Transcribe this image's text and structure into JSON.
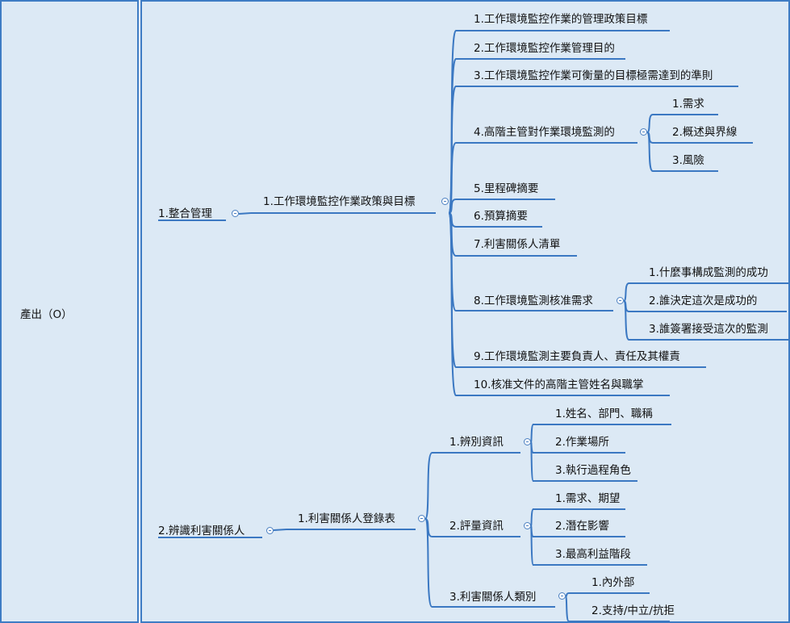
{
  "left_header": "產出（O）",
  "nodes": {
    "n1": "1.整合管理",
    "n1_1": "1.工作環境監控作業政策與目標",
    "a1": "1.工作環境監控作業的管理政策目標",
    "a2": "2.工作環境監控作業管理目的",
    "a3": "3.工作環境監控作業可衡量的目標極需達到的準則",
    "a4": "4.高階主管對作業環境監測的",
    "a4_1": "1.需求",
    "a4_2": "2.概述與界線",
    "a4_3": "3.風險",
    "a5": "5.里程碑摘要",
    "a6": "6.預算摘要",
    "a7": "7.利害關係人清單",
    "a8": "8.工作環境監測核准需求",
    "a8_1": "1.什麼事構成監測的成功",
    "a8_2": "2.誰決定這次是成功的",
    "a8_3": "3.誰簽署接受這次的監測",
    "a9": "9.工作環境監測主要負責人、責任及其權責",
    "a10": "10.核准文件的高階主管姓名與職掌",
    "n2": "2.辨識利害關係人",
    "n2_1": "1.利害關係人登錄表",
    "b1": "1.辨別資訊",
    "b1_1": "1.姓名、部門、職稱",
    "b1_2": "2.作業場所",
    "b1_3": "3.執行過程角色",
    "b2": "2.評量資訊",
    "b2_1": "1.需求、期望",
    "b2_2": "2.潛在影響",
    "b2_3": "3.最高利益階段",
    "b3": "3.利害關係人類別",
    "b3_1": "1.內外部",
    "b3_2": "2.支持/中立/抗拒"
  },
  "colors": {
    "line": "#3b78c2",
    "cell_bg": "#dce9f5",
    "border": "#3e7cc4"
  }
}
